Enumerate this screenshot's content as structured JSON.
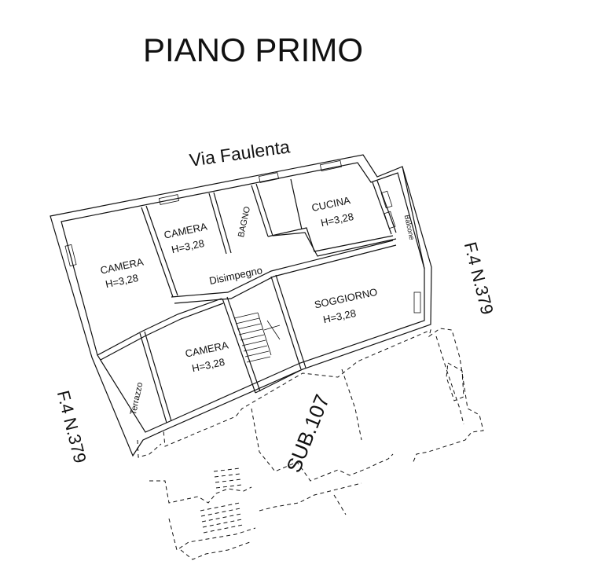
{
  "title": "PIANO PRIMO",
  "street": "Via Faulenta",
  "references": {
    "right": "F.4 N.379",
    "left": "F.4 N.379",
    "sub": "SUB.107"
  },
  "rooms": {
    "camera_left": {
      "name": "CAMERA",
      "height": "H=3,28"
    },
    "camera_top": {
      "name": "CAMERA",
      "height": "H=3,28"
    },
    "bagno": {
      "name": "BAGNO"
    },
    "cucina": {
      "name": "CUCINA",
      "height": "H=3,28"
    },
    "balcone": {
      "name": "Balcone"
    },
    "disimpegno": {
      "name": "Disimpegno"
    },
    "soggiorno": {
      "name": "SOGGIORNO",
      "height": "H=3,28"
    },
    "camera_bottom": {
      "name": "CAMERA",
      "height": "H=3,28"
    },
    "terrazzo": {
      "name": "Terrazzo"
    }
  }
}
